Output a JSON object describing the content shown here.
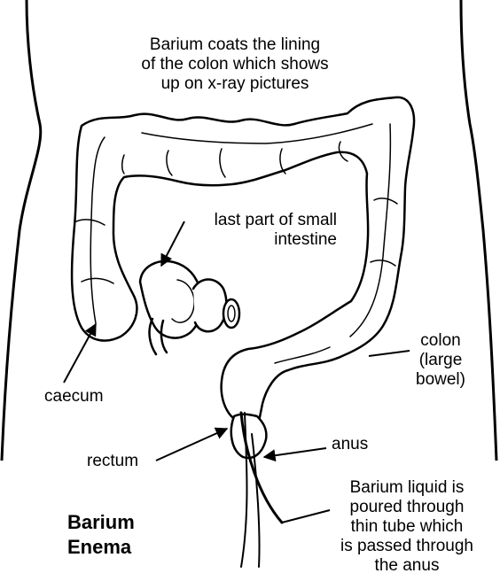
{
  "labels": {
    "barium_coats": [
      "Barium coats the lining",
      "of the colon which shows",
      "up on x-ray pictures"
    ],
    "small_intestine": [
      "last part of small",
      "intestine"
    ],
    "colon": [
      "colon",
      "(large",
      "bowel)"
    ],
    "caecum": "caecum",
    "rectum": "rectum",
    "anus": "anus",
    "barium_liquid": [
      "Barium liquid is",
      "poured through",
      "thin tube which",
      "is passed through",
      "the anus"
    ]
  },
  "title": [
    "Barium",
    "Enema"
  ],
  "colors": {
    "ink": "#000000",
    "background": "#ffffff"
  }
}
